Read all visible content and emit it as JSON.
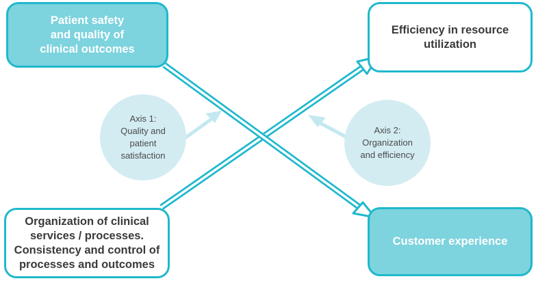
{
  "boxes": {
    "top_left": "Patient safety\nand quality of\nclinical outcomes",
    "top_right": "Efficiency in resource\nutilization",
    "bottom_left": "Organization of clinical\nservices / processes.\nConsistency and control of\nprocesses and outcomes",
    "bottom_right": "Customer experience"
  },
  "axes": {
    "axis1": "Axis 1:\nQuality and\npatient\nsatisfaction",
    "axis2": "Axis 2:\nOrganization\nand efficiency"
  },
  "colors": {
    "accent": "#1fb8cc",
    "box_fill": "#7dd3de",
    "circle_fill": "#d3ecf2",
    "pointer": "#c3e8f0"
  }
}
